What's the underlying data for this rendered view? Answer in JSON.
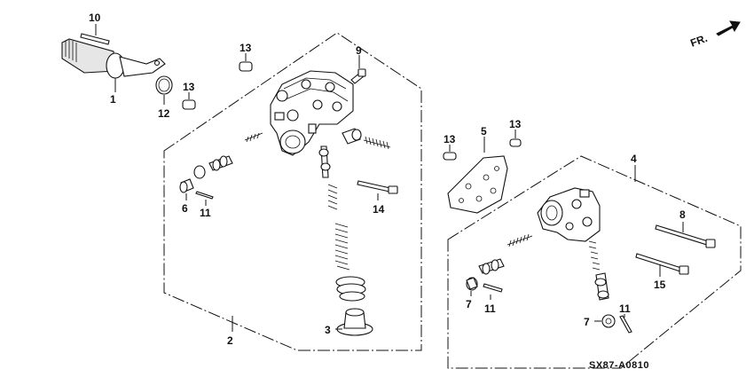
{
  "diagram": {
    "code": "SX87-A0810",
    "direction_label": "FR.",
    "callouts": {
      "c1": "1",
      "c2": "2",
      "c3": "3",
      "c4": "4",
      "c5": "5",
      "c6": "6",
      "c7a": "7",
      "c7b": "7",
      "c8": "8",
      "c9": "9",
      "c10": "10",
      "c11a": "11",
      "c11b": "11",
      "c11c": "11",
      "c12": "12",
      "c13a": "13",
      "c13b": "13",
      "c13c": "13",
      "c13d": "13",
      "c14": "14",
      "c15": "15"
    }
  }
}
